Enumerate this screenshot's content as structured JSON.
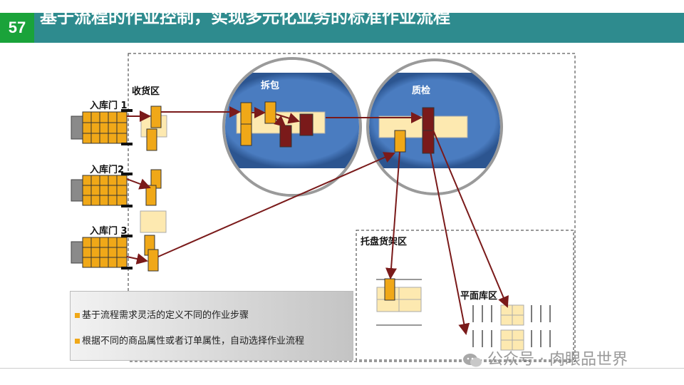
{
  "header": {
    "page_number": "57",
    "title": "基于流程的作业控制，实现多元化业务的标准作业流程",
    "bar_color": "#2e8b8e",
    "badge_color": "#1aa33a"
  },
  "diagram": {
    "dock_doors": [
      "入库门 1",
      "入库门2",
      "入库门 3"
    ],
    "receiving_area": "收货区",
    "unpacking": "拆包",
    "quality_check": "质检",
    "pallet_rack_area": "托盘货架区",
    "floor_storage_area": "平面库区",
    "colors": {
      "box": "#f0a818",
      "box_dark": "#7a1a1a",
      "arrow": "#7a1a1a",
      "lens_blue": "#3e6fb0",
      "light_tray": "#fde9b0"
    }
  },
  "notes": [
    "基于流程需求灵活的定义不同的作业步骤",
    "根据不同的商品属性或者订单属性，自动选择作业流程"
  ],
  "watermark": "公众号 · 肉眼品世界"
}
